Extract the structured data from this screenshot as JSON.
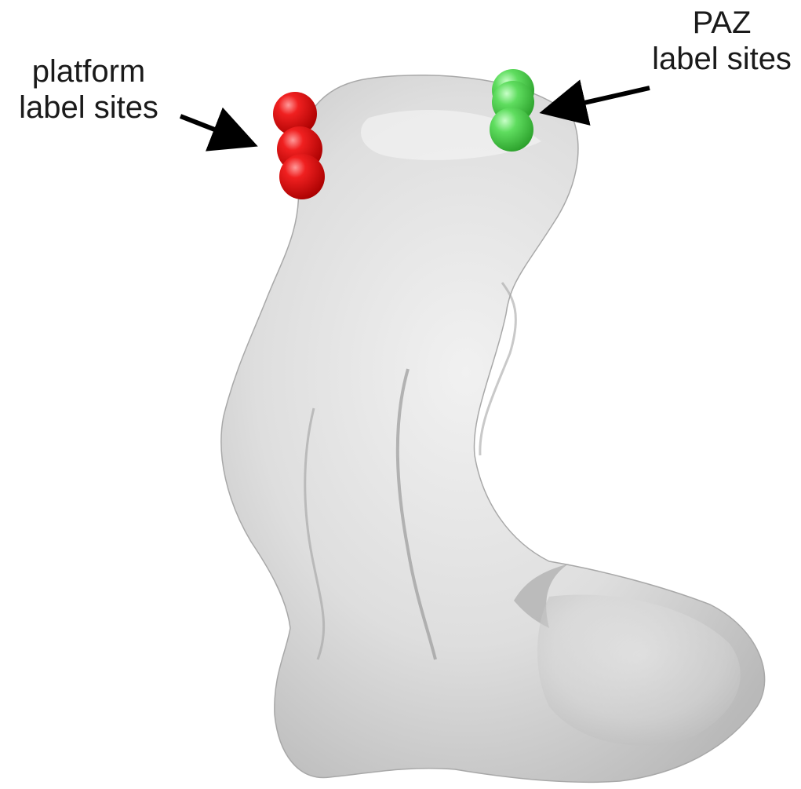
{
  "labels": {
    "platform": {
      "line1": "platform",
      "line2": "label sites"
    },
    "paz": {
      "line1": "PAZ",
      "line2": "label sites"
    }
  },
  "colors": {
    "background": "#ffffff",
    "density_surface": "#e0e0e0",
    "platform_sites": "#e01010",
    "paz_sites": "#3ecf3e",
    "arrow": "#000000",
    "text": "#1a1a1a"
  },
  "label_sites": {
    "platform": {
      "count": 3
    },
    "paz": {
      "count": 3
    }
  }
}
